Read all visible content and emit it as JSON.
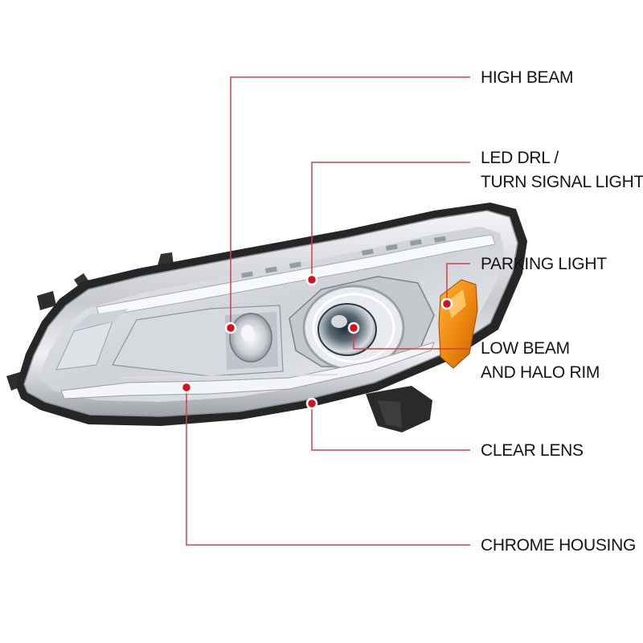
{
  "colors": {
    "callout_line": "#d0404a",
    "marker_fill": "#d8101c",
    "marker_ring": "#ffffff",
    "amber": "#f08a10",
    "housing_dark": "#262626",
    "chrome": "#c9ccd0"
  },
  "callouts": [
    {
      "id": "high-beam",
      "lines": [
        "HIGH BEAM"
      ]
    },
    {
      "id": "led-drl-turn-signal",
      "lines": [
        "LED DRL /",
        "TURN SIGNAL LIGHT"
      ]
    },
    {
      "id": "parking-light",
      "lines": [
        "PARKING LIGHT"
      ]
    },
    {
      "id": "low-beam-halo-rim",
      "lines": [
        "LOW BEAM",
        "AND HALO RIM"
      ]
    },
    {
      "id": "clear-lens",
      "lines": [
        "CLEAR LENS"
      ]
    },
    {
      "id": "chrome-housing",
      "lines": [
        "CHROME HOUSING"
      ]
    }
  ]
}
